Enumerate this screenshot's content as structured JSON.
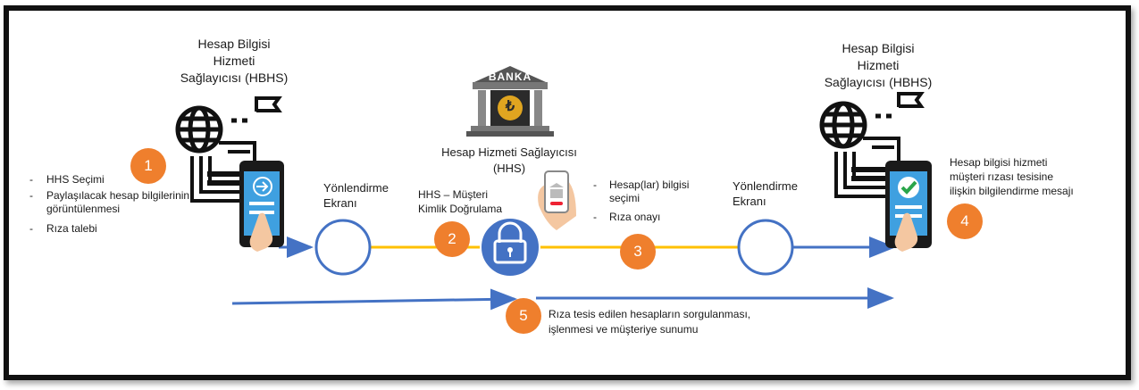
{
  "left_provider": {
    "title_lines": [
      "Hesap Bilgisi",
      "Hizmeti",
      "Sağlayıcısı (HBHS)"
    ]
  },
  "right_provider": {
    "title_lines": [
      "Hesap Bilgisi",
      "Hizmeti",
      "Sağlayıcısı (HBHS)"
    ]
  },
  "bank": {
    "logo_text": "BANKA",
    "currency_symbol": "₺",
    "title_lines": [
      "Hesap Hizmeti Sağlayıcısı",
      "(HHS)"
    ]
  },
  "step1": {
    "number": "1",
    "bullets": [
      "HHS Seçimi",
      "Paylaşılacak hesap bilgilerinin görüntülenmesi",
      "Rıza talebi"
    ]
  },
  "redirect_left": {
    "lines": [
      "Yönlendirme",
      "Ekranı"
    ]
  },
  "step2": {
    "number": "2",
    "lines": [
      "HHS – Müşteri",
      "Kimlik Doğrulama"
    ]
  },
  "step3": {
    "number": "3",
    "bullets": [
      "Hesap(lar) bilgisi seçimi",
      "Rıza onayı"
    ]
  },
  "redirect_right": {
    "lines": [
      "Yönlendirme",
      "Ekranı"
    ]
  },
  "step4": {
    "number": "4",
    "lines": [
      "Hesap bilgisi hizmeti",
      "müşteri rızası tesisine",
      "ilişkin bilgilendirme mesajı"
    ]
  },
  "step5": {
    "number": "5",
    "lines": [
      "Rıza tesis edilen hesapların sorgulanması,",
      "işlenmesi ve müşteriye sunumu"
    ]
  },
  "colors": {
    "blue": "#4472c4",
    "yellow": "#ffc000",
    "orange": "#ef7f2d",
    "dark": "#111111",
    "screen": "#3fa0e0"
  }
}
